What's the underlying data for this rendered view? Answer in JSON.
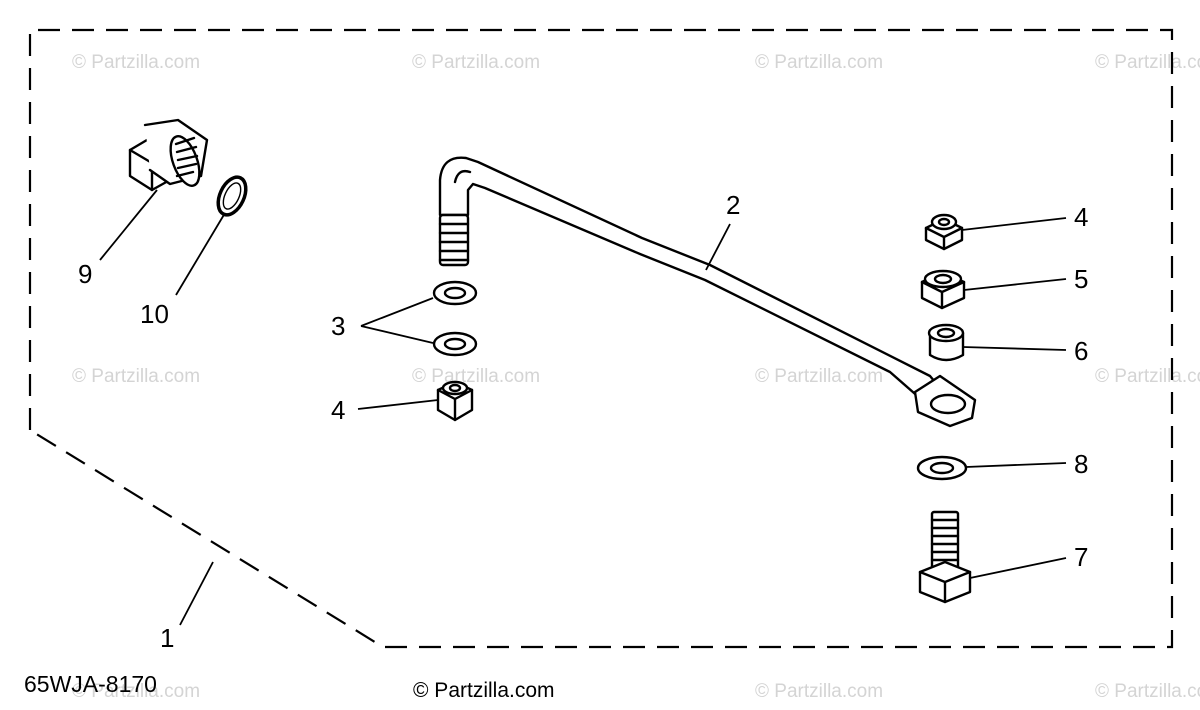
{
  "diagram": {
    "part_code": "65WJA-8170",
    "copyright": "© Partzilla.com",
    "watermark": "© Partzilla.com",
    "callouts": {
      "c1": "1",
      "c2": "2",
      "c3": "3",
      "c4a": "4",
      "c4b": "4",
      "c5": "5",
      "c6": "6",
      "c7": "7",
      "c8": "8",
      "c9": "9",
      "c10": "10"
    }
  }
}
